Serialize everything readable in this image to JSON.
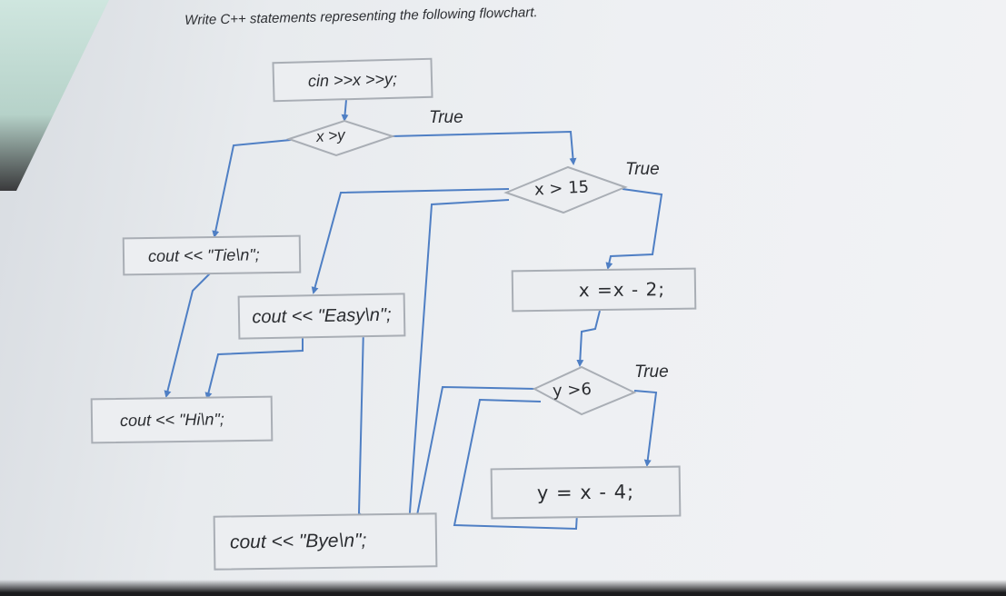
{
  "question": "Write C++ statements representing the following flowchart.",
  "nodes": {
    "input": "cin >>x >>y;",
    "cond_xy": "x >y",
    "tie": "cout << \"Tie\\n\";",
    "easy": "cout << \"Easy\\n\";",
    "hi": "cout << \"Hi\\n\";",
    "bye": "cout << \"Bye\\n\";",
    "cond_x15": "x > 15",
    "assign_x": "x =x - 2;",
    "cond_y6": "y >6",
    "assign_y": "y = x - 4;"
  },
  "labels": {
    "true_1": "True",
    "true_2": "True",
    "true_3": "True"
  },
  "colors": {
    "arrow": "#4f7fc4",
    "box_border": "#a9aeb5",
    "text": "#2a2c30"
  }
}
